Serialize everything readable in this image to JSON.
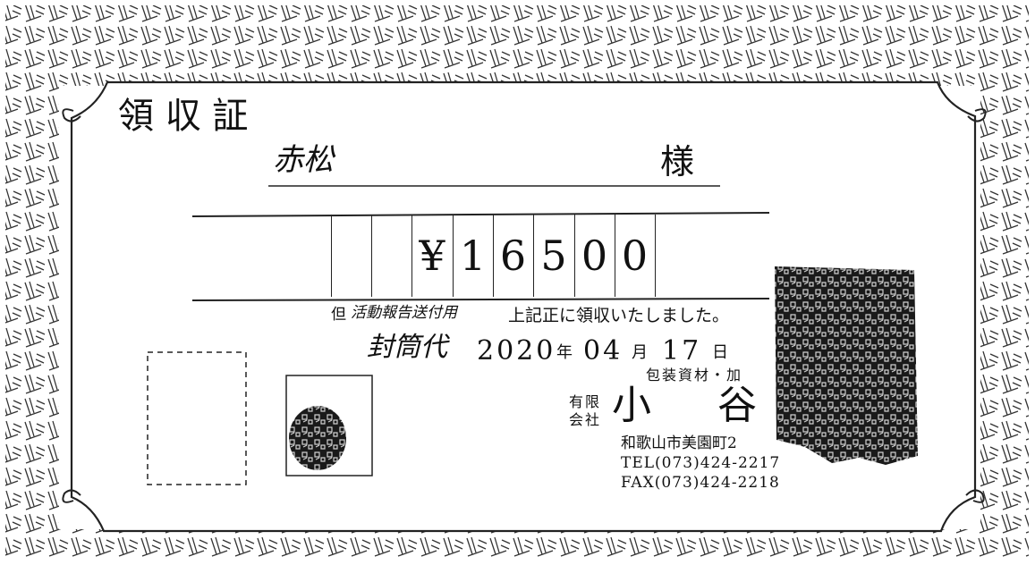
{
  "receipt": {
    "title": "領 収 証",
    "addressee": "赤松",
    "honorific": "様",
    "amount_cells": [
      "",
      "",
      "¥",
      "1",
      "6",
      "5",
      "0",
      "0"
    ],
    "note_prefix": "但",
    "note_text": "活動報告送付用",
    "note_item": "封筒代",
    "received_text": "上記正に領収いたしました。",
    "date_year": "2020",
    "year_unit": "年",
    "date_month": "04",
    "month_unit": "月",
    "date_day": "17",
    "day_unit": "日",
    "business": "包装資材・加",
    "company_type_1": "有限",
    "company_type_2": "会社",
    "company_name": "小 谷",
    "address": "和歌山市美園町2",
    "tel": "TEL(073)424-2217",
    "fax": "FAX(073)424-2218"
  }
}
